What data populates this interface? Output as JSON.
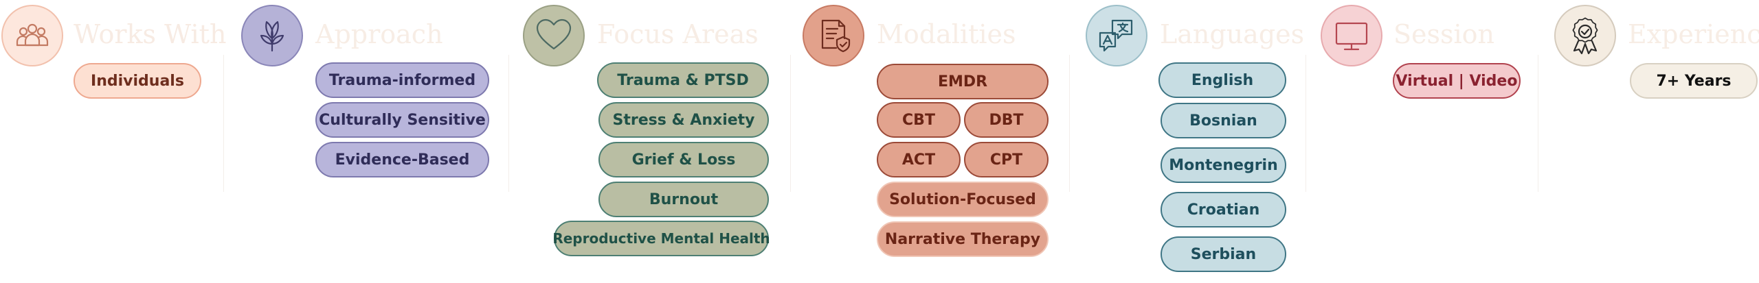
{
  "sections": [
    {
      "title": "Works With",
      "icon": "people-group-icon",
      "color": "#fde7dd",
      "items": [
        "Individuals"
      ]
    },
    {
      "title": "Approach",
      "icon": "leaf-sprout-icon",
      "color": "#b5b2d7",
      "items": [
        "Trauma-informed",
        "Culturally Sensitive",
        "Evidence-Based"
      ]
    },
    {
      "title": "Focus Areas",
      "icon": "heart-icon",
      "color": "#bec1a6",
      "items": [
        "Trauma & PTSD",
        "Stress & Anxiety",
        "Grief & Loss",
        "Burnout",
        "Reproductive Mental Health"
      ]
    },
    {
      "title": "Modalities",
      "icon": "clipboard-shield-icon",
      "color": "#e2a18b",
      "items": [
        "EMDR",
        "CBT",
        "DBT",
        "ACT",
        "CPT",
        "Solution-Focused",
        "Narrative Therapy"
      ]
    },
    {
      "title": "Languages",
      "icon": "translate-bubbles-icon",
      "color": "#cde0e6",
      "items": [
        "English",
        "Bosnian",
        "Montenegrin",
        "Croatian",
        "Serbian"
      ]
    },
    {
      "title": "Session",
      "icon": "monitor-icon",
      "color": "#f6d2d4",
      "items": [
        "Virtual | Video"
      ]
    },
    {
      "title": "Experience",
      "icon": "award-badge-icon",
      "color": "#f4ece1",
      "items": [
        "7+ Years"
      ]
    }
  ]
}
